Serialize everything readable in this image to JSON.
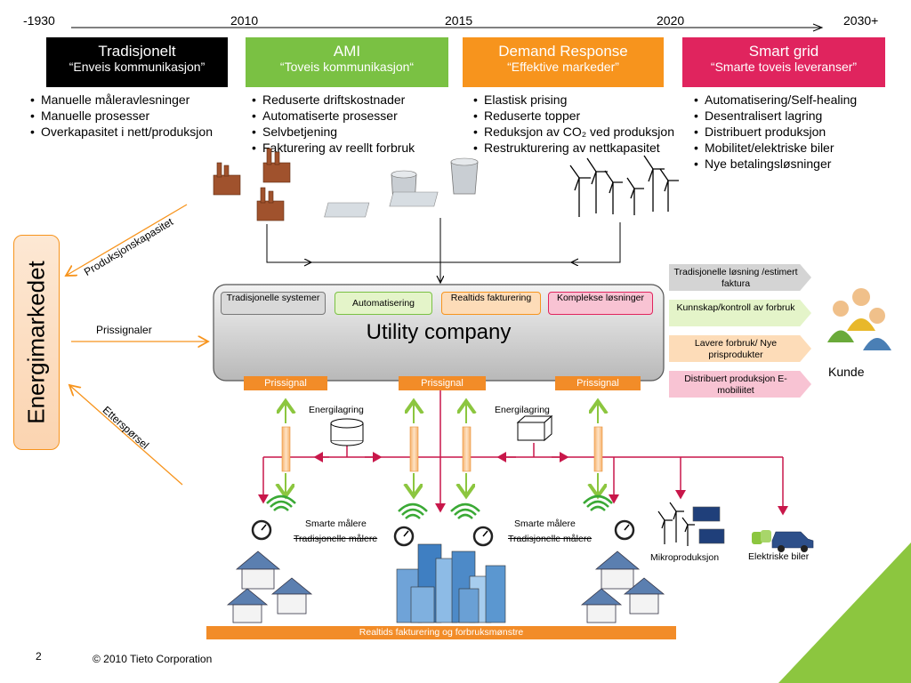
{
  "timeline": {
    "years": [
      "-1930",
      "2010",
      "2015",
      "2020",
      "2030+"
    ]
  },
  "stages": [
    {
      "title": "Tradisjonelt",
      "subtitle": "“Enveis kommunikasjon”",
      "color": "#000000",
      "bullets": [
        "Manuelle måleravlesninger",
        "Manuelle prosesser",
        "Overkapasitet i nett/produksjon"
      ]
    },
    {
      "title": "AMI",
      "subtitle": "“Toveis kommunikasjon“",
      "color": "#7ac143",
      "bullets": [
        "Reduserte driftskostnader",
        "Automatiserte prosesser",
        "Selvbetjening",
        "Fakturering av reellt forbruk"
      ]
    },
    {
      "title": "Demand Response",
      "subtitle": "“Effektive markeder”",
      "color": "#f7941d",
      "bullets": [
        "Elastisk prising",
        "Reduserte topper",
        "Reduksjon av CO₂ ved produksjon",
        "Restrukturering av nettkapasitet"
      ]
    },
    {
      "title": "Smart grid",
      "subtitle": "“Smarte toveis leveranser”",
      "color": "#e0245e",
      "bullets": [
        "Automatisering/Self-healing",
        "Desentralisert lagring",
        "Distribuert produksjon",
        "Mobilitet/elektriske biler",
        "Nye betalingsløsninger"
      ]
    }
  ],
  "market": {
    "label": "Energimarkedet",
    "arrow_capacity": "Produksjonskapasitet",
    "arrow_price": "Prissignaler",
    "arrow_demand": "Etterspørsel"
  },
  "utility": {
    "title": "Utility company",
    "modules": [
      "Tradisjonelle systemer",
      "Automatisering",
      "Realtids fakturering",
      "Komplekse løsninger"
    ],
    "price_signal": "Prissignal"
  },
  "customer": {
    "label": "Kunde",
    "benefits": [
      "Tradisjonelle løsning /estimert faktura",
      "Kunnskap/kontroll av forbruk",
      "Lavere forbruk/ Nye prisprodukter",
      "Distribuert produksjon E-mobiliitet"
    ]
  },
  "grid": {
    "storage": "Energilagring",
    "smart_meters": "Smarte målere",
    "traditional_meters": "Tradisjonelle målere",
    "micro": "Mikroproduksjon",
    "ev": "Elektriske biler",
    "bottom_bar": "Realtids fakturering og forbruksmønstre"
  },
  "footer": {
    "page": "2",
    "copyright": "© 2010 Tieto Corporation",
    "logo": "tieto"
  },
  "colors": {
    "green": "#7ac143",
    "orange": "#f7941d",
    "pink": "#e0245e",
    "red": "#c8174a",
    "prissignal": "#f28c28"
  }
}
